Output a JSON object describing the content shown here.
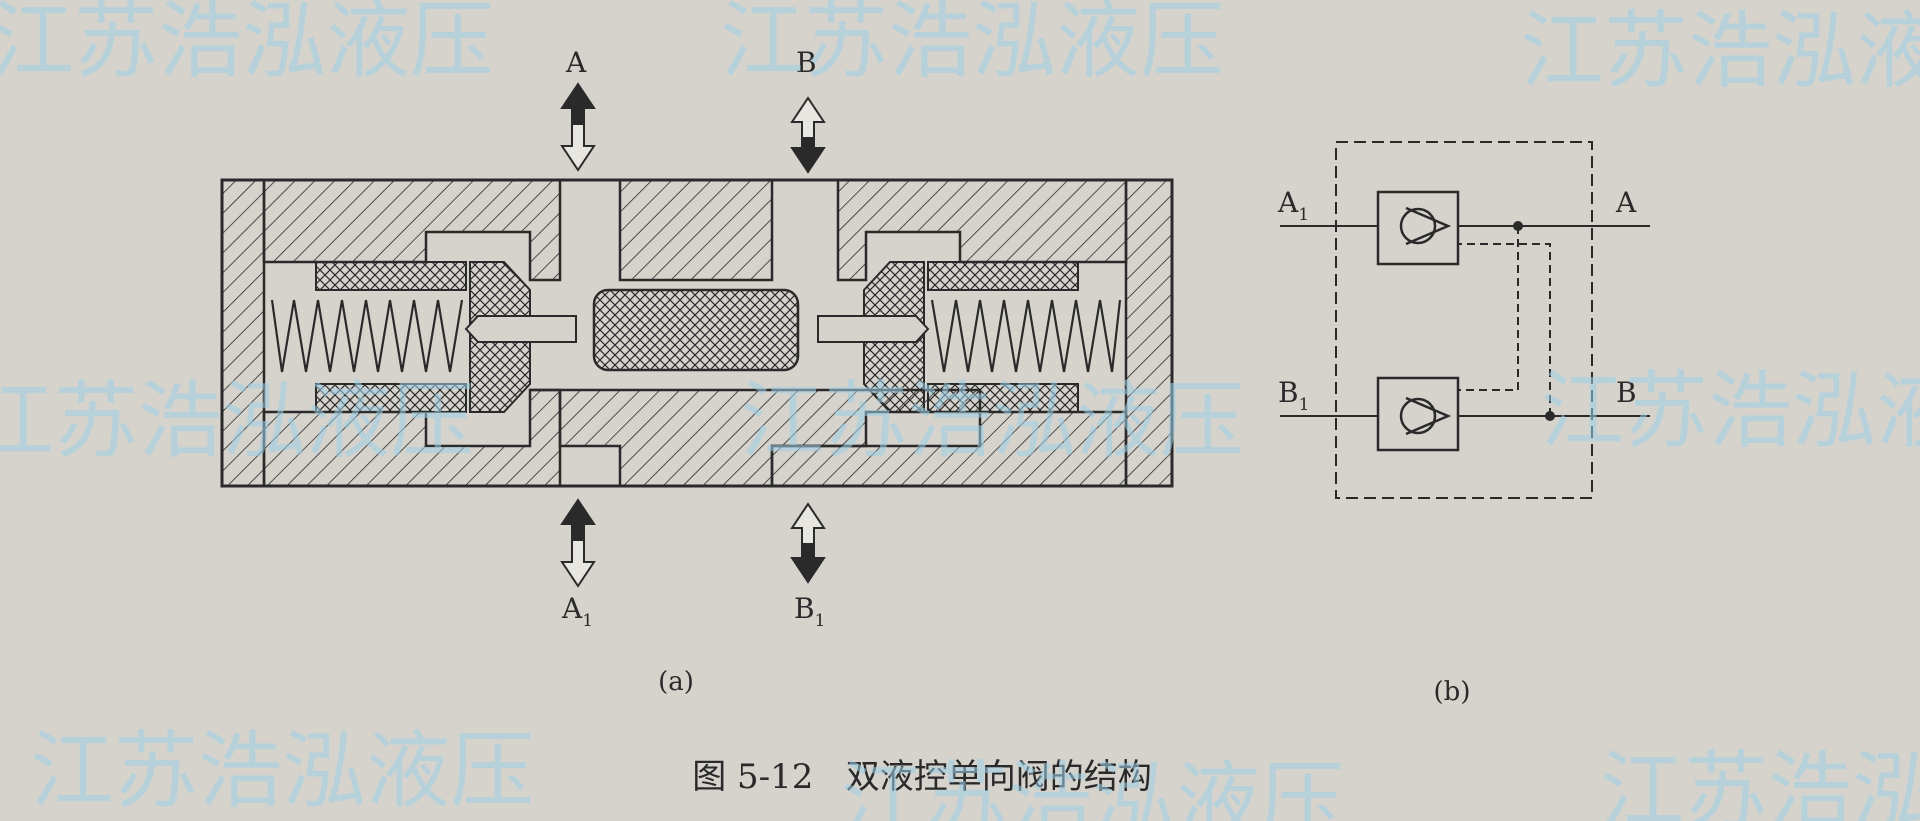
{
  "figure_a": {
    "ports_top": [
      "A",
      "B"
    ],
    "ports_bottom": [
      {
        "main": "A",
        "sub": "1"
      },
      {
        "main": "B",
        "sub": "1"
      }
    ],
    "caption": "(a)"
  },
  "figure_b": {
    "left_ports": [
      {
        "main": "A",
        "sub": "1"
      },
      {
        "main": "B",
        "sub": "1"
      }
    ],
    "right_ports": [
      "A",
      "B"
    ],
    "caption": "(b)"
  },
  "figure_caption": "图 5-12   双液控单向阀的结构",
  "watermark": "江苏浩泓液压",
  "colors": {
    "paper": "#d6d3cd",
    "ink": "#2a2a2a",
    "watermark": "#9fd0e8"
  }
}
